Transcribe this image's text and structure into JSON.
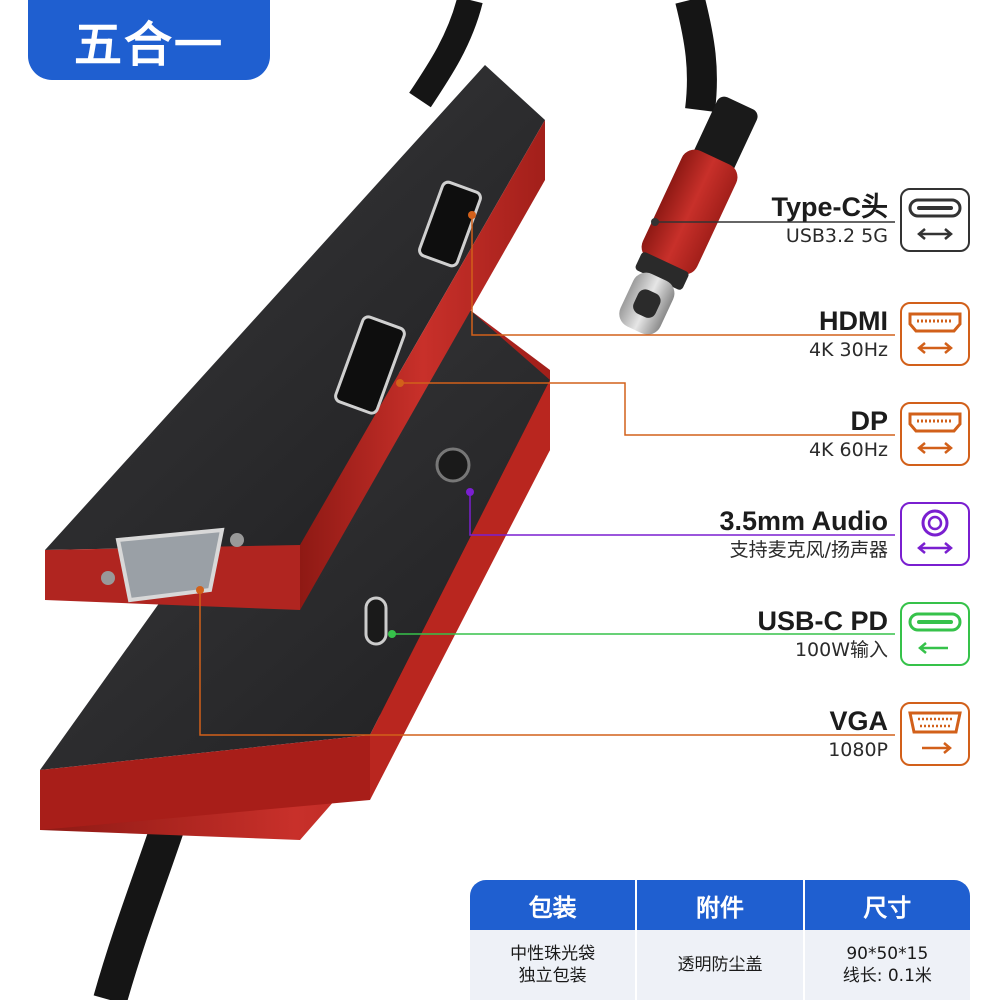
{
  "badge": {
    "label": "五合一"
  },
  "ports": [
    {
      "title": "Type-C头",
      "subtitle": "USB3.2 5G",
      "color": "#333333",
      "icon": "usb-c-plug-icon",
      "direction": "both"
    },
    {
      "title": "HDMI",
      "subtitle": "4K 30Hz",
      "color": "#d2601a",
      "icon": "hdmi-port-icon",
      "direction": "both"
    },
    {
      "title": "DP",
      "subtitle": "4K 60Hz",
      "color": "#d2601a",
      "icon": "displayport-icon",
      "direction": "both"
    },
    {
      "title": "3.5mm Audio",
      "subtitle": "支持麦克风/扬声器",
      "color": "#7a1fd0",
      "icon": "audio-jack-icon",
      "direction": "both"
    },
    {
      "title": "USB-C PD",
      "subtitle": "100W输入",
      "color": "#36c24a",
      "icon": "usb-c-pd-icon",
      "direction": "in"
    },
    {
      "title": "VGA",
      "subtitle": "1080P",
      "color": "#d2601a",
      "icon": "vga-port-icon",
      "direction": "out"
    }
  ],
  "spec_table": {
    "headers": [
      "包装",
      "附件",
      "尺寸"
    ],
    "cells": [
      [
        "中性珠光袋",
        "独立包装"
      ],
      [
        "透明防尘盖"
      ],
      [
        "90*50*15",
        "线长: 0.1米"
      ]
    ]
  },
  "colors": {
    "brand_blue": "#1f5fd0",
    "body_red": "#c42a24",
    "top_dark": "#2a2a2c"
  }
}
